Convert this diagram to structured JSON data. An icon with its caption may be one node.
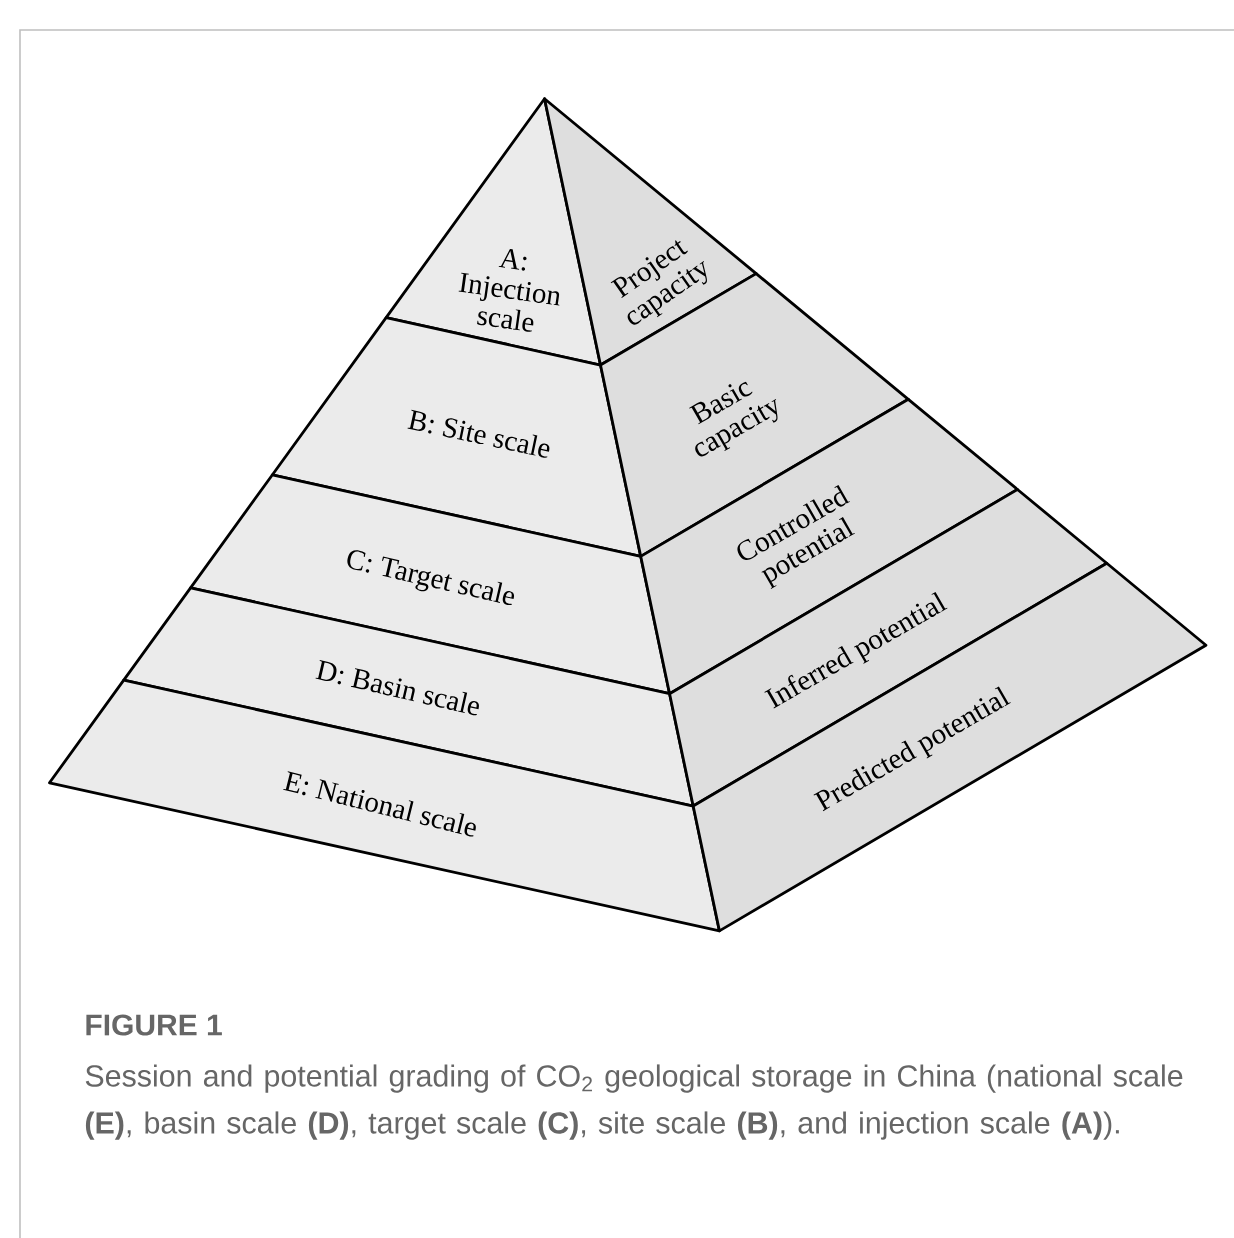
{
  "diagram": {
    "title": "FIGURE 1",
    "caption": "Session and potential grading of CO$_{2}$ geological storage in China (national scale **(E)**, basin scale **(D)**, target scale **(C)**, site scale **(B)**, and injection scale **(A)**).",
    "nodes": [
      {
        "text": [
          "A: Injection scale"
        ]
      },
      {
        "text": [
          "Project capacity"
        ]
      },
      {
        "text": [
          "B: Site scale"
        ]
      },
      {
        "text": [
          "Basic capacity"
        ]
      },
      {
        "text": [
          "C: Target scale"
        ]
      },
      {
        "text": [
          "Controlled potential"
        ]
      },
      {
        "text": [
          "D: Basin scale"
        ]
      },
      {
        "text": [
          "Inferred potential"
        ]
      },
      {
        "text": [
          "E: National scale"
        ]
      },
      {
        "text": [
          "Predicted potential"
        ]
      }
    ]
  }
}
